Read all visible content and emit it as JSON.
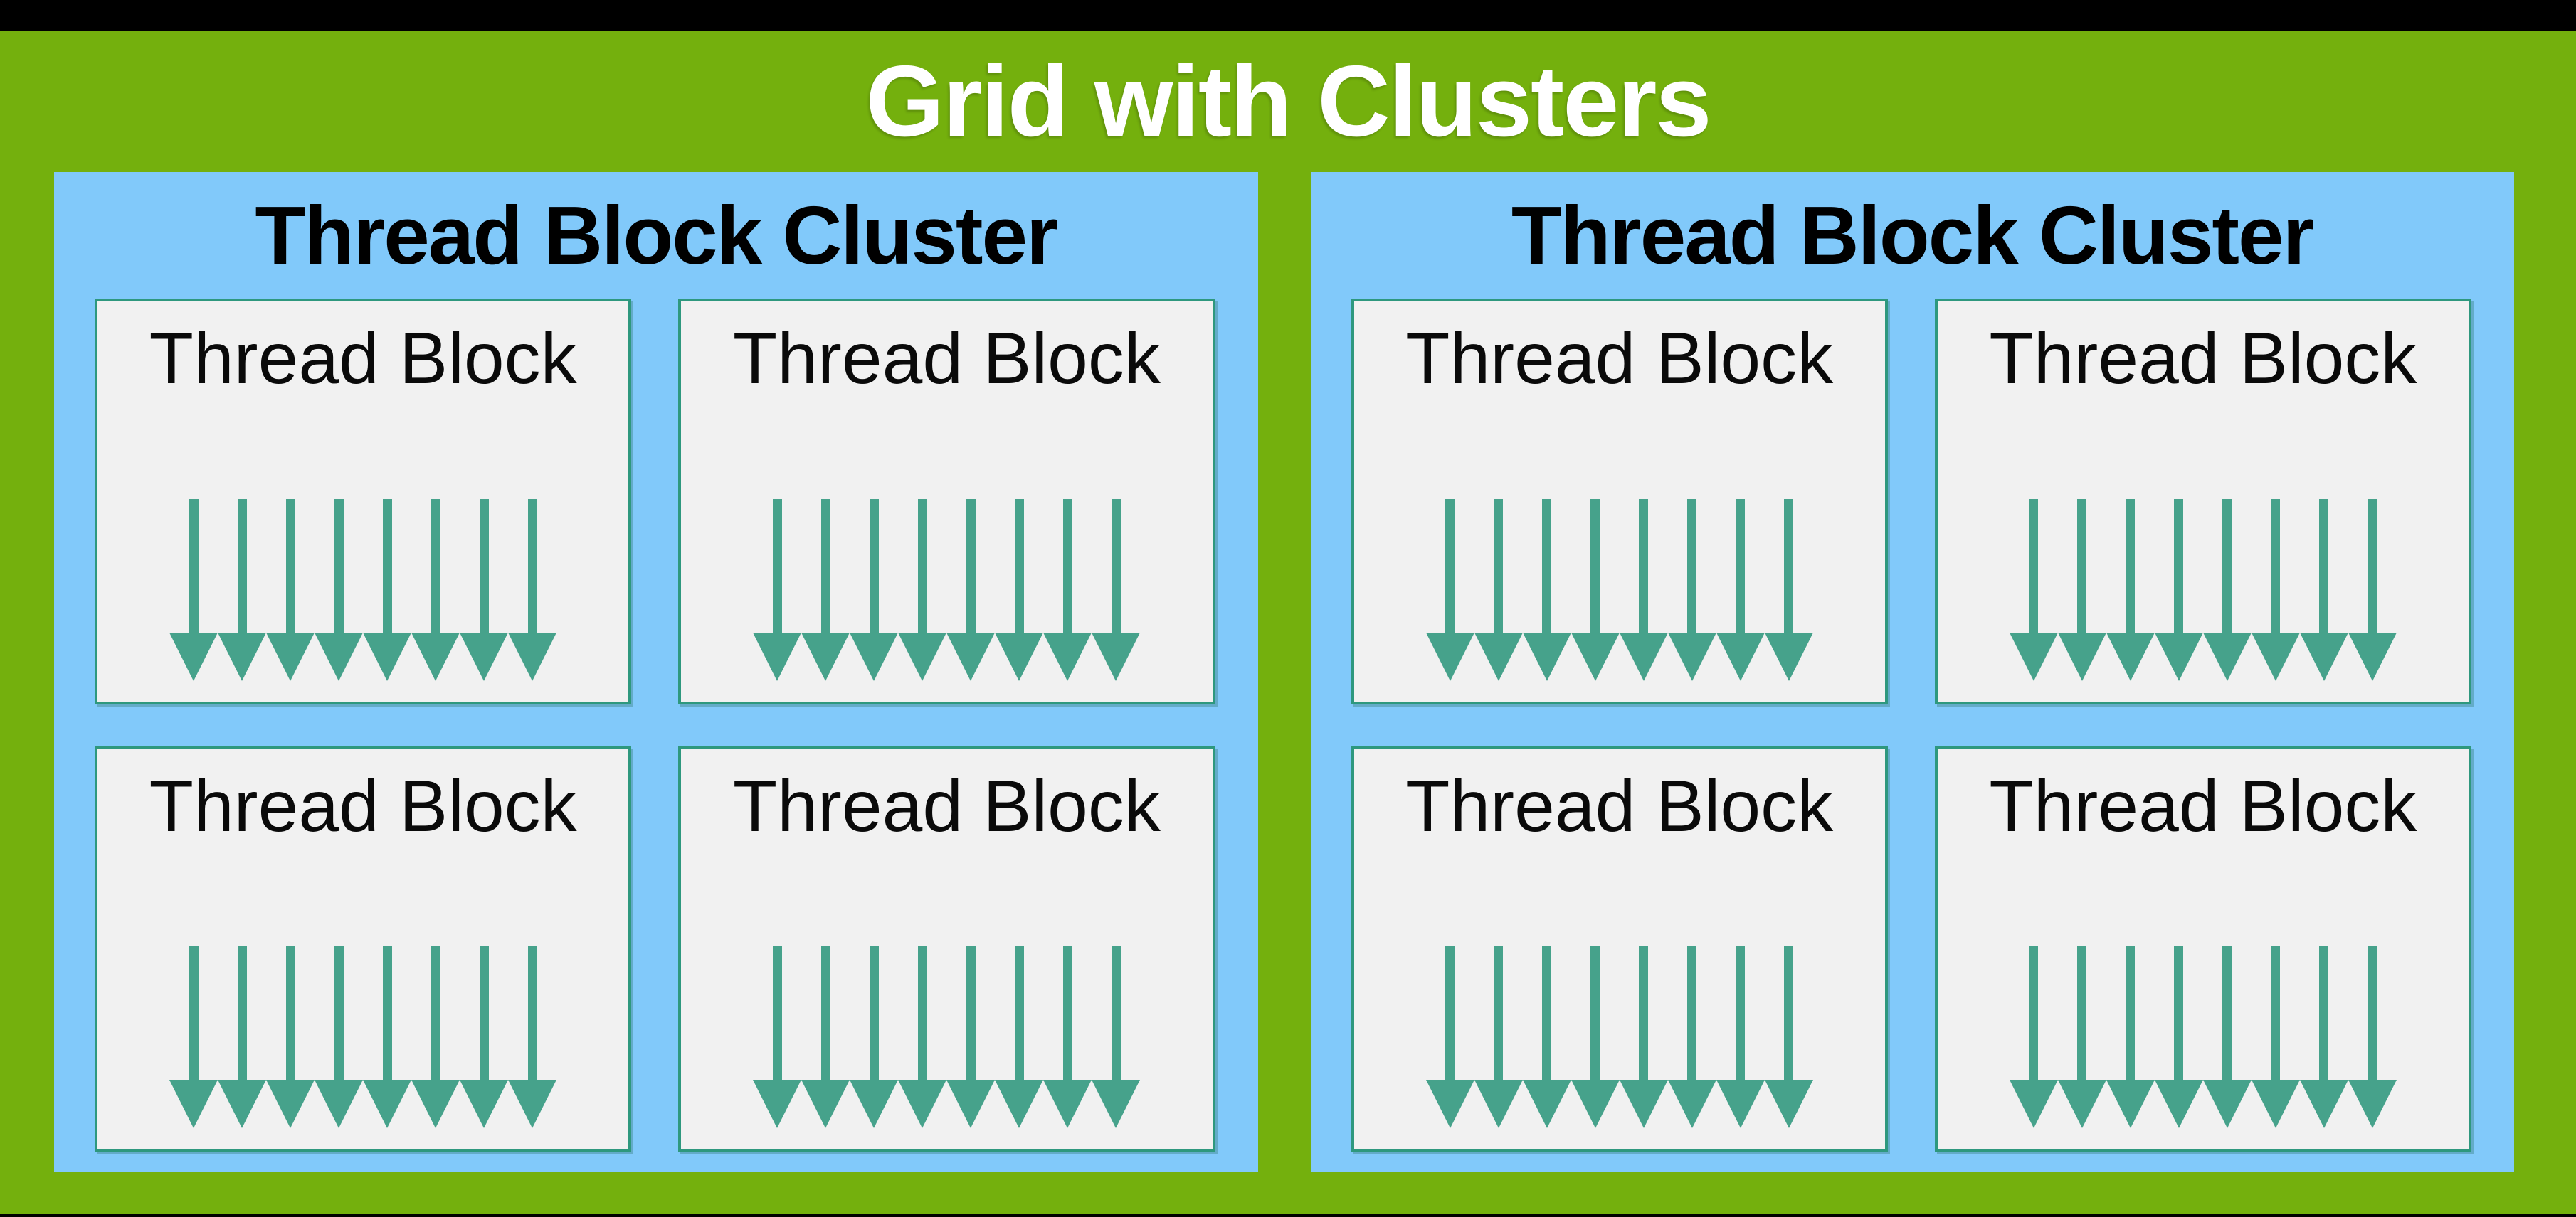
{
  "title": "Grid with Clusters",
  "arrows_per_block": 8,
  "colors": {
    "background": "#000000",
    "slide_green": "#74B00D",
    "cluster_blue": "#81C9FA",
    "arrow_teal": "#46A28B",
    "block_border_teal": "#2E987E",
    "block_fill": "#F1F1F1",
    "title_text": "#FFFFFF",
    "heading_text": "#000000"
  },
  "clusters": [
    {
      "label": "Thread Block Cluster",
      "blocks": [
        {
          "label": "Thread Block"
        },
        {
          "label": "Thread Block"
        },
        {
          "label": "Thread Block"
        },
        {
          "label": "Thread Block"
        }
      ]
    },
    {
      "label": "Thread Block Cluster",
      "blocks": [
        {
          "label": "Thread Block"
        },
        {
          "label": "Thread Block"
        },
        {
          "label": "Thread Block"
        },
        {
          "label": "Thread Block"
        }
      ]
    }
  ]
}
